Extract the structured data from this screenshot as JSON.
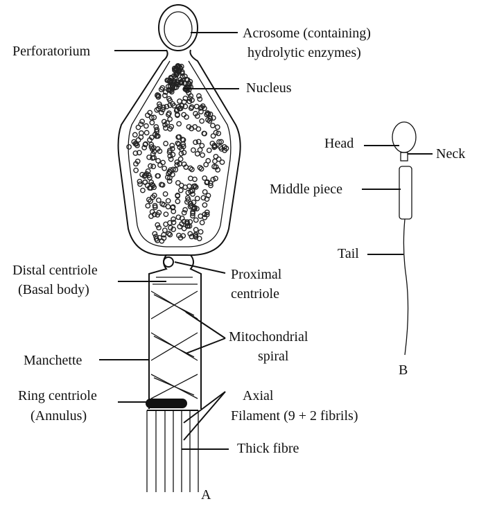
{
  "diagram_a": {
    "letter": "A",
    "labels": {
      "acrosome_1": "Acrosome (containing)",
      "acrosome_2": "hydrolytic enzymes)",
      "perforatorium": "Perforatorium",
      "nucleus": "Nucleus",
      "distal_1": "Distal centriole",
      "distal_2": "(Basal body)",
      "proximal_1": "Proximal",
      "proximal_2": "centriole",
      "mito_1": "Mitochondrial",
      "mito_2": "spiral",
      "manchette": "Manchette",
      "ring_1": "Ring centriole",
      "ring_2": "(Annulus)",
      "axial_1": "Axial",
      "axial_2": "Filament (9 + 2 fibrils)",
      "thick": "Thick fibre"
    }
  },
  "diagram_b": {
    "letter": "B",
    "labels": {
      "head": "Head",
      "neck": "Neck",
      "middle": "Middle piece",
      "tail": "Tail"
    }
  }
}
